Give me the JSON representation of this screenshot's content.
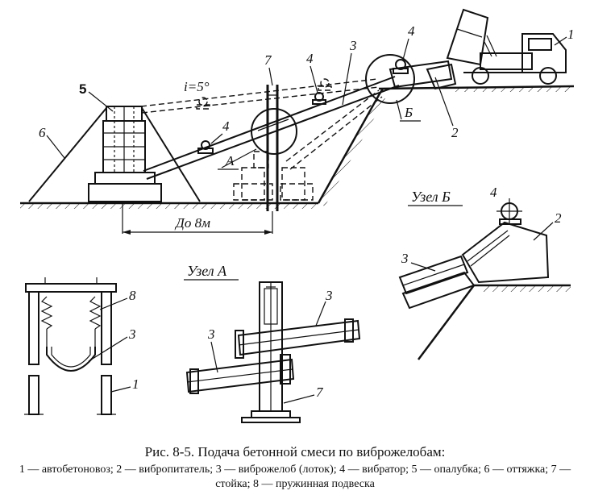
{
  "figure": {
    "slope_label": "i=5°",
    "distance_label": "До 8м",
    "node_a_title": "Узел А",
    "node_b_title": "Узел Б",
    "node_a_marker": "А",
    "node_b_marker": "Б",
    "callouts": {
      "c1_main": "1",
      "c2_main": "2",
      "c3_main": "3",
      "c4_main_a": "4",
      "c4_main_b": "4",
      "c4_main_c": "4",
      "c5_main": "5",
      "c6_main": "6",
      "c7_main": "7",
      "c8_detail": "8",
      "c3_detail": "3",
      "c1_detail": "1",
      "c3_nodeA_top": "3",
      "c3_nodeA_left": "3",
      "c7_nodeA": "7",
      "c4_nodeB": "4",
      "c2_nodeB": "2",
      "c3_nodeB": "3"
    }
  },
  "caption": {
    "title": "Рис. 8-5. Подача бетонной смеси по виброжелобам:",
    "legend": "1 — автобетоновоз; 2 — вибропитатель; 3 — виброжелоб (лоток); 4 — вибратор; 5 — опалубка; 6 — оттяжка; 7 — стойка; 8 — пружинная подвеска"
  }
}
